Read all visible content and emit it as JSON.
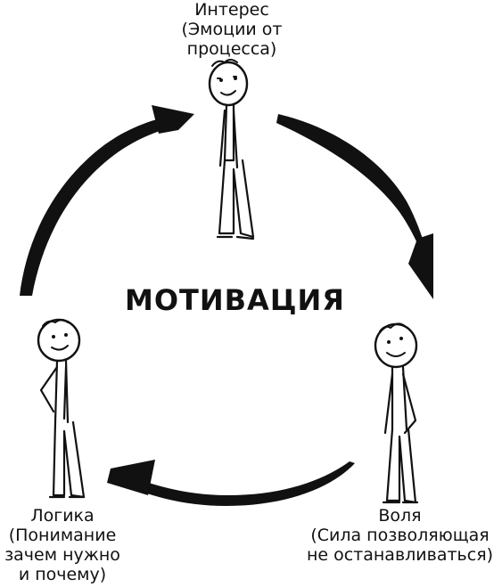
{
  "center_title": "МОТИВАЦИЯ",
  "figures": {
    "top": {
      "label": "Интерес\n(Эмоции от\nпроцесса)"
    },
    "right": {
      "label": "Воля\n(Сила позволяющая\nне останавливаться)"
    },
    "left": {
      "label": "Логика\n(Понимание\nзачем нужно\nи почему)"
    }
  },
  "colors": {
    "ink": "#111111",
    "background": "#ffffff"
  }
}
